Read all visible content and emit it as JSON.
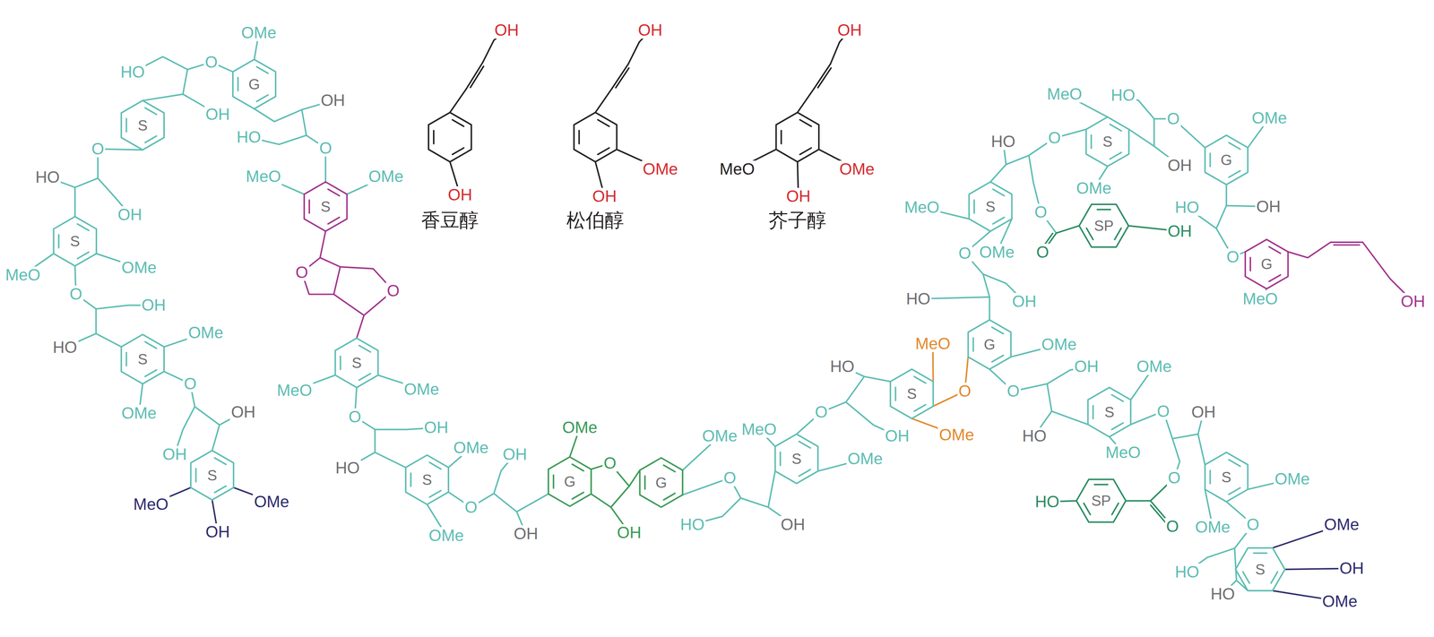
{
  "diagram": {
    "labels": [
      "OH",
      "OH",
      "OH",
      "MeO",
      "OMe",
      "OMe",
      "OH",
      "OH",
      "OH",
      "香豆醇",
      "松伯醇",
      "芥子醇",
      "OMe",
      "HO",
      "O",
      "G",
      "OH",
      "OH",
      "HO",
      "O",
      "S",
      "O",
      "HO",
      "OH",
      "MeO",
      "OMe",
      "S",
      "S",
      "MeO",
      "OMe",
      "O",
      "OH",
      "HO",
      "OMe",
      "S",
      "OMe",
      "O",
      "OH",
      "OH",
      "S",
      "MeO",
      "OMe",
      "OH",
      "O",
      "O",
      "S",
      "MeO",
      "OMe",
      "O",
      "OH",
      "HO",
      "S",
      "OMe",
      "OMe",
      "O",
      "OH",
      "OH",
      "OMe",
      "G",
      "O",
      "OH",
      "G",
      "OMe",
      "O",
      "HO",
      "OH",
      "MeO",
      "S",
      "OMe",
      "O",
      "OH",
      "HO",
      "S",
      "MeO",
      "OMe",
      "O",
      "HO",
      "OH",
      "G",
      "OMe",
      "O",
      "HO",
      "O",
      "MeO",
      "S",
      "OMe",
      "HO",
      "O",
      "OH",
      "OMe",
      "G",
      "MeO",
      "S",
      "OMe",
      "O",
      "O",
      "SP",
      "OH",
      "HO",
      "OH",
      "O",
      "G",
      "MeO",
      "OH",
      "O",
      "OH",
      "OMe",
      "HO",
      "S",
      "MeO",
      "O",
      "OH",
      "O",
      "HO",
      "SP",
      "O",
      "S",
      "OMe",
      "OMe",
      "O",
      "HO",
      "HO",
      "S",
      "OMe",
      "OH",
      "OMe"
    ]
  }
}
